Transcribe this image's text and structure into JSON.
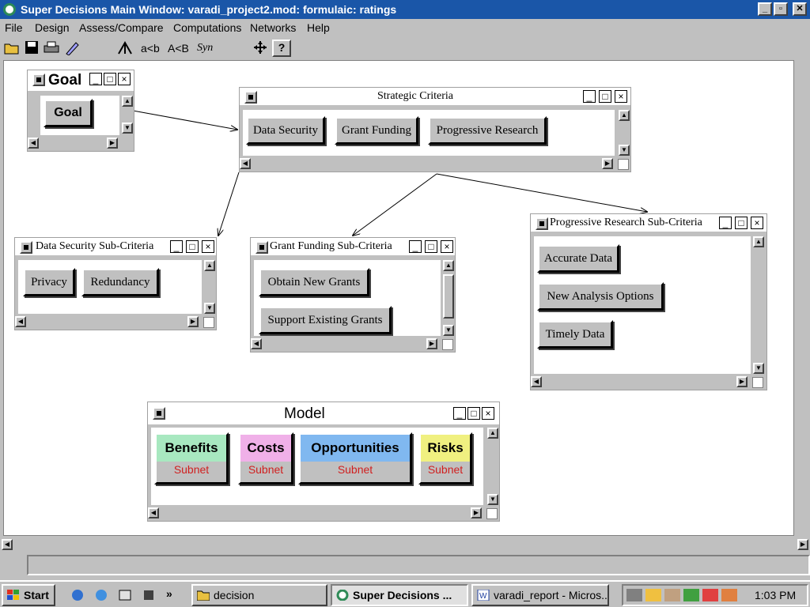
{
  "window": {
    "title": "Super Decisions Main Window: varadi_project2.mod: formulaic: ratings",
    "min": "_",
    "max": "▫",
    "close": "✕"
  },
  "menu": {
    "file": "File",
    "design": "Design",
    "assess": "Assess/Compare",
    "computations": "Computations",
    "networks": "Networks",
    "help": "Help"
  },
  "toolbar": {
    "compare_ab": "a<b",
    "compare_AB": "A<B",
    "syn": "Syn",
    "help_glyph": "?"
  },
  "clusters": {
    "goal": {
      "title": "Goal",
      "nodes": [
        "Goal"
      ]
    },
    "strategic": {
      "title": "Strategic Criteria",
      "nodes": [
        "Data Security",
        "Grant Funding",
        "Progressive Research"
      ]
    },
    "datasec": {
      "title": "Data Security Sub-Criteria",
      "nodes": [
        "Privacy",
        "Redundancy"
      ]
    },
    "grant": {
      "title": "Grant Funding Sub-Criteria",
      "nodes": [
        "Obtain New Grants",
        "Support Existing Grants"
      ]
    },
    "progressive": {
      "title": "Progressive Research Sub-Criteria",
      "nodes": [
        "Accurate Data",
        "New Analysis Options",
        "Timely Data"
      ]
    },
    "model": {
      "title": "Model",
      "subnets": [
        {
          "name": "Benefits",
          "label": "Subnet",
          "color": "#a8e8c0"
        },
        {
          "name": "Costs",
          "label": "Subnet",
          "color": "#f0b0e8"
        },
        {
          "name": "Opportunities",
          "label": "Subnet",
          "color": "#80b8f0"
        },
        {
          "name": "Risks",
          "label": "Subnet",
          "color": "#f0f080"
        }
      ]
    }
  },
  "taskbar": {
    "start": "Start",
    "more": "»",
    "items": [
      "decision",
      "Super Decisions ...",
      "varadi_report - Micros..."
    ],
    "clock": "1:03 PM"
  }
}
